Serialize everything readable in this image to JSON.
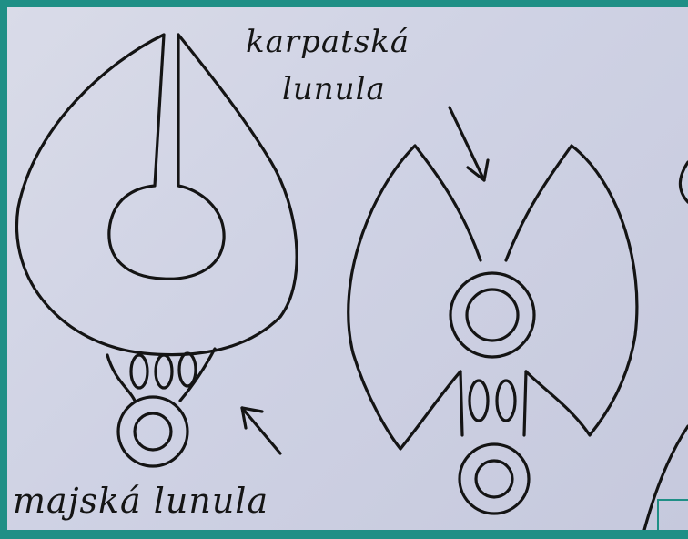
{
  "labels": {
    "karpatska_line1": "karpatská",
    "karpatska_line2": "lunula",
    "majska": "majská lunula"
  },
  "colors": {
    "frame": "#1f8f86",
    "paper": "#d4d6e6",
    "ink": "#141414"
  }
}
